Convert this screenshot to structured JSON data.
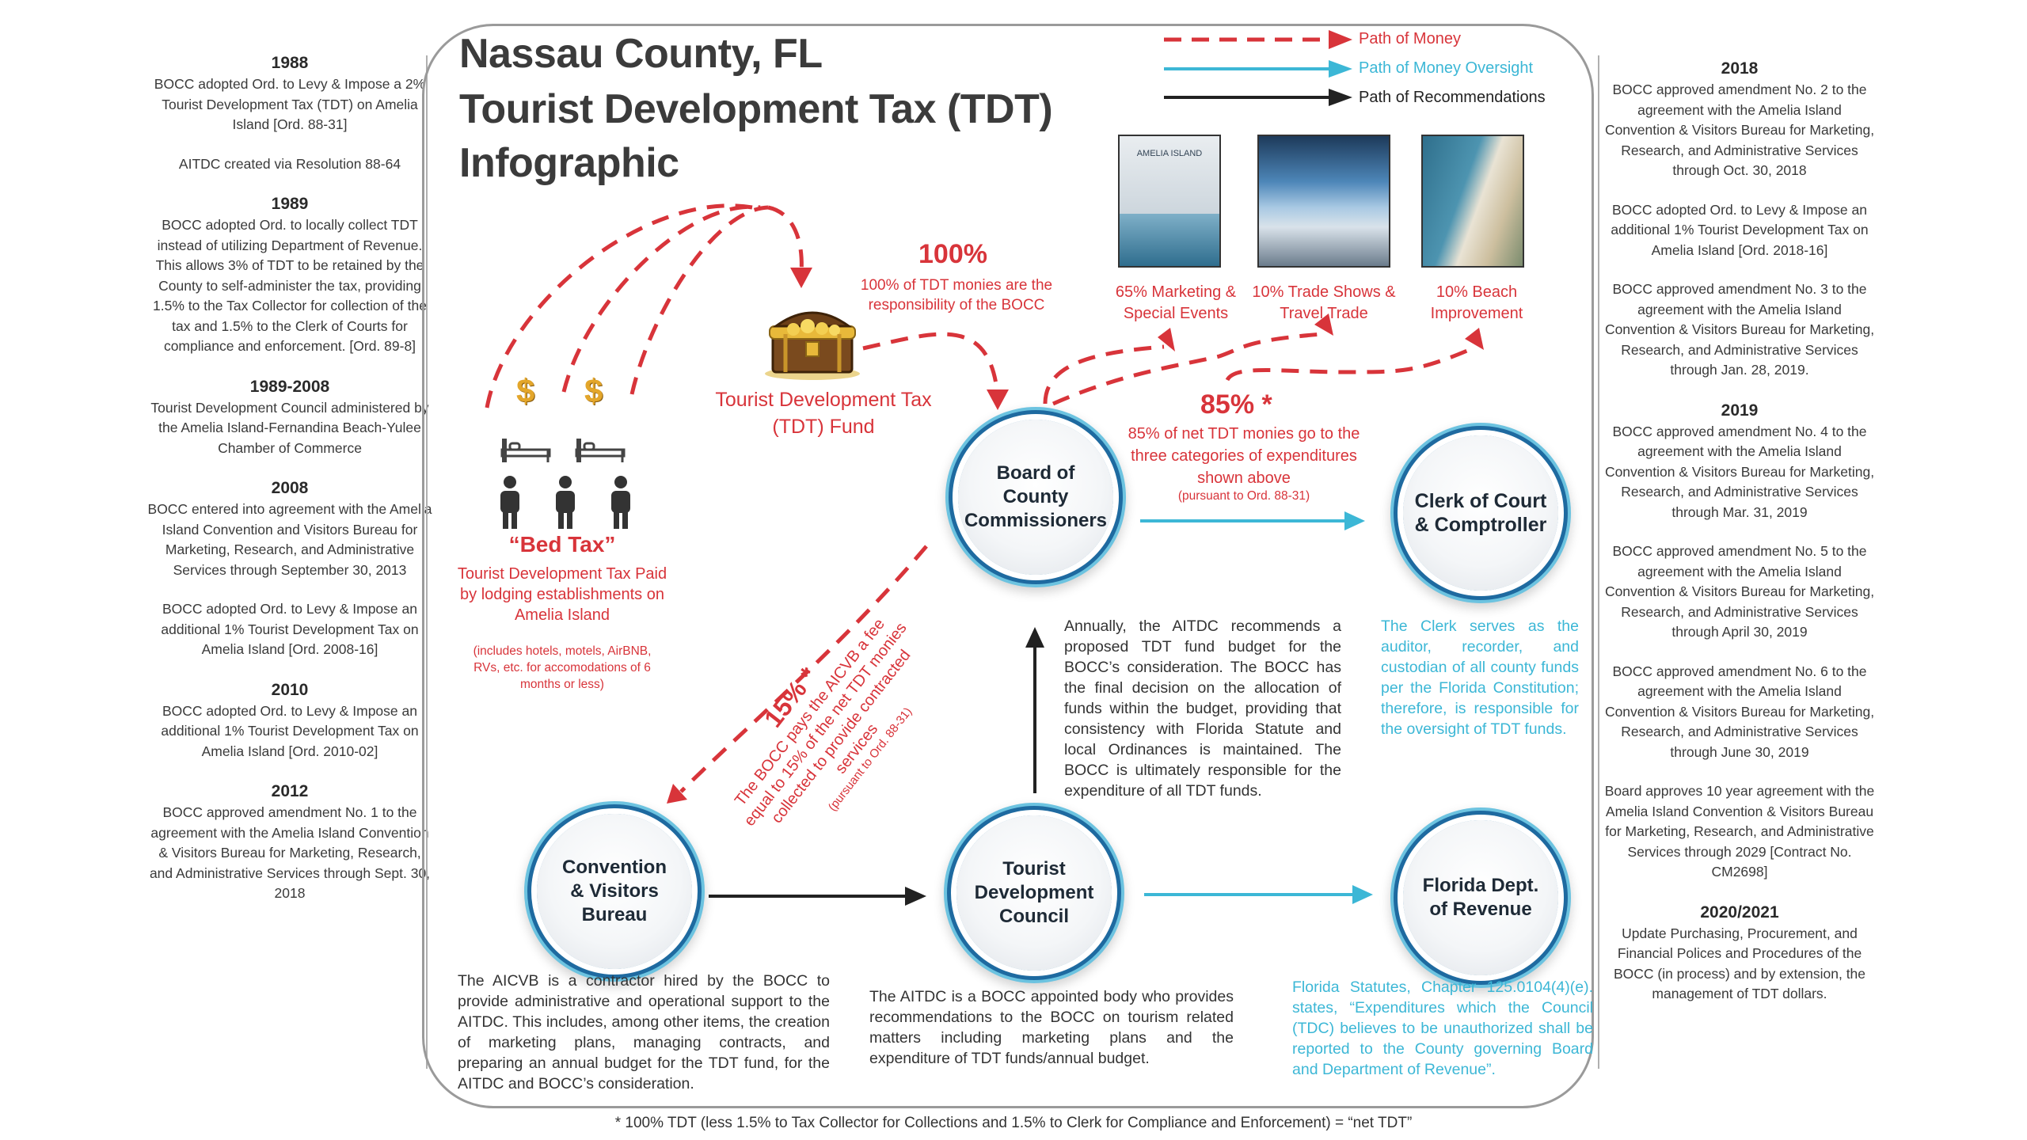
{
  "title": {
    "line1": "Nassau County, FL",
    "line2": "Tourist Development Tax (TDT)",
    "line3": "Infographic"
  },
  "legend": {
    "money": "Path of Money",
    "oversight": "Path of Money Oversight",
    "recommendations": "Path of Recommendations"
  },
  "colors": {
    "money": "#d8343a",
    "oversight": "#3cb7d6",
    "recommendations": "#222222",
    "circle_ring": "#1e6aa0"
  },
  "left_timeline": [
    {
      "year": "1988",
      "text": "BOCC adopted Ord. to Levy & Impose a 2% Tourist Development Tax (TDT) on Amelia Island [Ord. 88-31]"
    },
    {
      "year": "",
      "text": "AITDC created via Resolution 88-64"
    },
    {
      "year": "1989",
      "text": "BOCC adopted Ord. to locally collect TDT instead of utilizing Department of Revenue. This allows 3% of TDT to be retained by the County to self-administer the tax, providing 1.5% to the Tax Collector for collection of the tax and 1.5% to the Clerk of Courts for compliance and enforcement. [Ord. 89-8]"
    },
    {
      "year": "1989-2008",
      "text": "Tourist Development Council administered by the Amelia Island-Fernandina Beach-Yulee Chamber of Commerce"
    },
    {
      "year": "2008",
      "text": "BOCC entered into agreement with the Amelia Island Convention and Visitors Bureau for Marketing, Research, and Administrative Services through September 30, 2013"
    },
    {
      "year": "",
      "text": "BOCC adopted Ord. to Levy & Impose an additional 1% Tourist Development Tax on Amelia Island [Ord. 2008-16]"
    },
    {
      "year": "2010",
      "text": "BOCC adopted Ord. to Levy & Impose an additional 1% Tourist Development Tax on Amelia Island [Ord. 2010-02]"
    },
    {
      "year": "2012",
      "text": "BOCC approved amendment No. 1 to the agreement with the Amelia Island Convention & Visitors Bureau for Marketing, Research, and Administrative Services through Sept. 30, 2018"
    }
  ],
  "right_timeline": [
    {
      "year": "2018",
      "text": "BOCC approved amendment No. 2 to the agreement with the Amelia Island Convention & Visitors Bureau for Marketing, Research, and Administrative Services through Oct. 30, 2018"
    },
    {
      "year": "",
      "text": "BOCC adopted Ord. to Levy & Impose an additional 1% Tourist Development Tax on Amelia Island [Ord. 2018-16]"
    },
    {
      "year": "",
      "text": "BOCC approved amendment No. 3 to the agreement with the Amelia Island Convention & Visitors Bureau for Marketing, Research, and Administrative Services through Jan. 28, 2019."
    },
    {
      "year": "2019",
      "text": "BOCC approved amendment No. 4 to the agreement with the Amelia Island Convention & Visitors Bureau for Marketing, Research, and Administrative Services through Mar. 31, 2019"
    },
    {
      "year": "",
      "text": "BOCC approved amendment No. 5 to the agreement with the Amelia Island Convention & Visitors Bureau for Marketing, Research, and Administrative Services through April 30, 2019"
    },
    {
      "year": "",
      "text": "BOCC approved amendment No. 6 to the agreement with the Amelia Island Convention & Visitors Bureau for Marketing, Research, and Administrative Services through June 30, 2019"
    },
    {
      "year": "",
      "text": "Board approves 10 year agreement with the Amelia Island Convention & Visitors Bureau for Marketing, Research, and Administrative Services through 2029 [Contract No. CM2698]"
    },
    {
      "year": "2020/2021",
      "text": "Update Purchasing, Procurement, and Financial Polices and Procedures of the BOCC (in process) and by extension, the management of TDT dollars."
    }
  ],
  "expenditures": [
    {
      "label": "65% Marketing & Special Events",
      "icon": "brochure-photo"
    },
    {
      "label": "10% Trade Shows & Travel Trade",
      "icon": "trade-show-photo"
    },
    {
      "label": "10% Beach Improvement",
      "icon": "beach-photo"
    }
  ],
  "brochure_text": "AMELIA ISLAND",
  "fund": {
    "pct": "100%",
    "pct_desc": "100% of TDT monies are the responsibility of the BOCC",
    "label": "Tourist Development Tax (TDT) Fund"
  },
  "bed_tax": {
    "title": "“Bed Tax”",
    "desc": "Tourist Development Tax Paid by lodging establishments on Amelia Island",
    "note": "(includes hotels, motels, AirBNB, RVs, etc. for accomodations of 6 months or less)"
  },
  "eighty_five": {
    "pct": "85% *",
    "desc": "85% of net TDT monies go to the three categories of expenditures shown above",
    "note": "(pursuant to Ord. 88-31)"
  },
  "fifteen": {
    "pct": "15% *",
    "desc": "The BOCC pays the AICVB a fee equal to 15% of the net TDT monies collected to provide contracted services",
    "note": "(pursuant to Ord. 88-31)"
  },
  "nodes": {
    "bocc": "Board of County Commissioners",
    "clerk": "Clerk of Court & Comptroller",
    "cvb": "Convention & Visitors Bureau",
    "tdc": "Tourist Development Council",
    "fdor": "Florida Dept. of Revenue"
  },
  "descriptions": {
    "aitdc_recommends": "Annually, the AITDC recommends a proposed TDT fund budget for the BOCC’s consideration. The BOCC has the final decision on the allocation of funds within the budget, providing that consistency with Florida Statute and local Ordinances is maintained. The BOCC is ultimately responsible for the expenditure of all TDT funds.",
    "clerk": "The Clerk serves as the auditor, recorder, and custodian of all county funds per the Florida Constitution; therefore, is responsible for the oversight of TDT funds.",
    "aicvb": "The AICVB is a contractor hired by the BOCC to provide administrative and operational support to the AITDC. This includes, among other items, the creation of marketing plans, managing contracts, and preparing an annual budget for the TDT fund, for the AITDC and BOCC’s consideration.",
    "aitdc": "The AITDC is a BOCC appointed body who provides recommendations to the BOCC on tourism related matters including marketing plans and the expenditure of TDT funds/annual budget.",
    "statute": "Florida Statutes, Chapter 125.0104(4)(e). states, “Expenditures which the Council (TDC) believes to be unauthorized shall be reported to the County governing Board and Department of Revenue”."
  },
  "footnote": "* 100% TDT (less 1.5% to Tax Collector for Collections and 1.5% to Clerk for Compliance and Enforcement) = “net TDT”"
}
